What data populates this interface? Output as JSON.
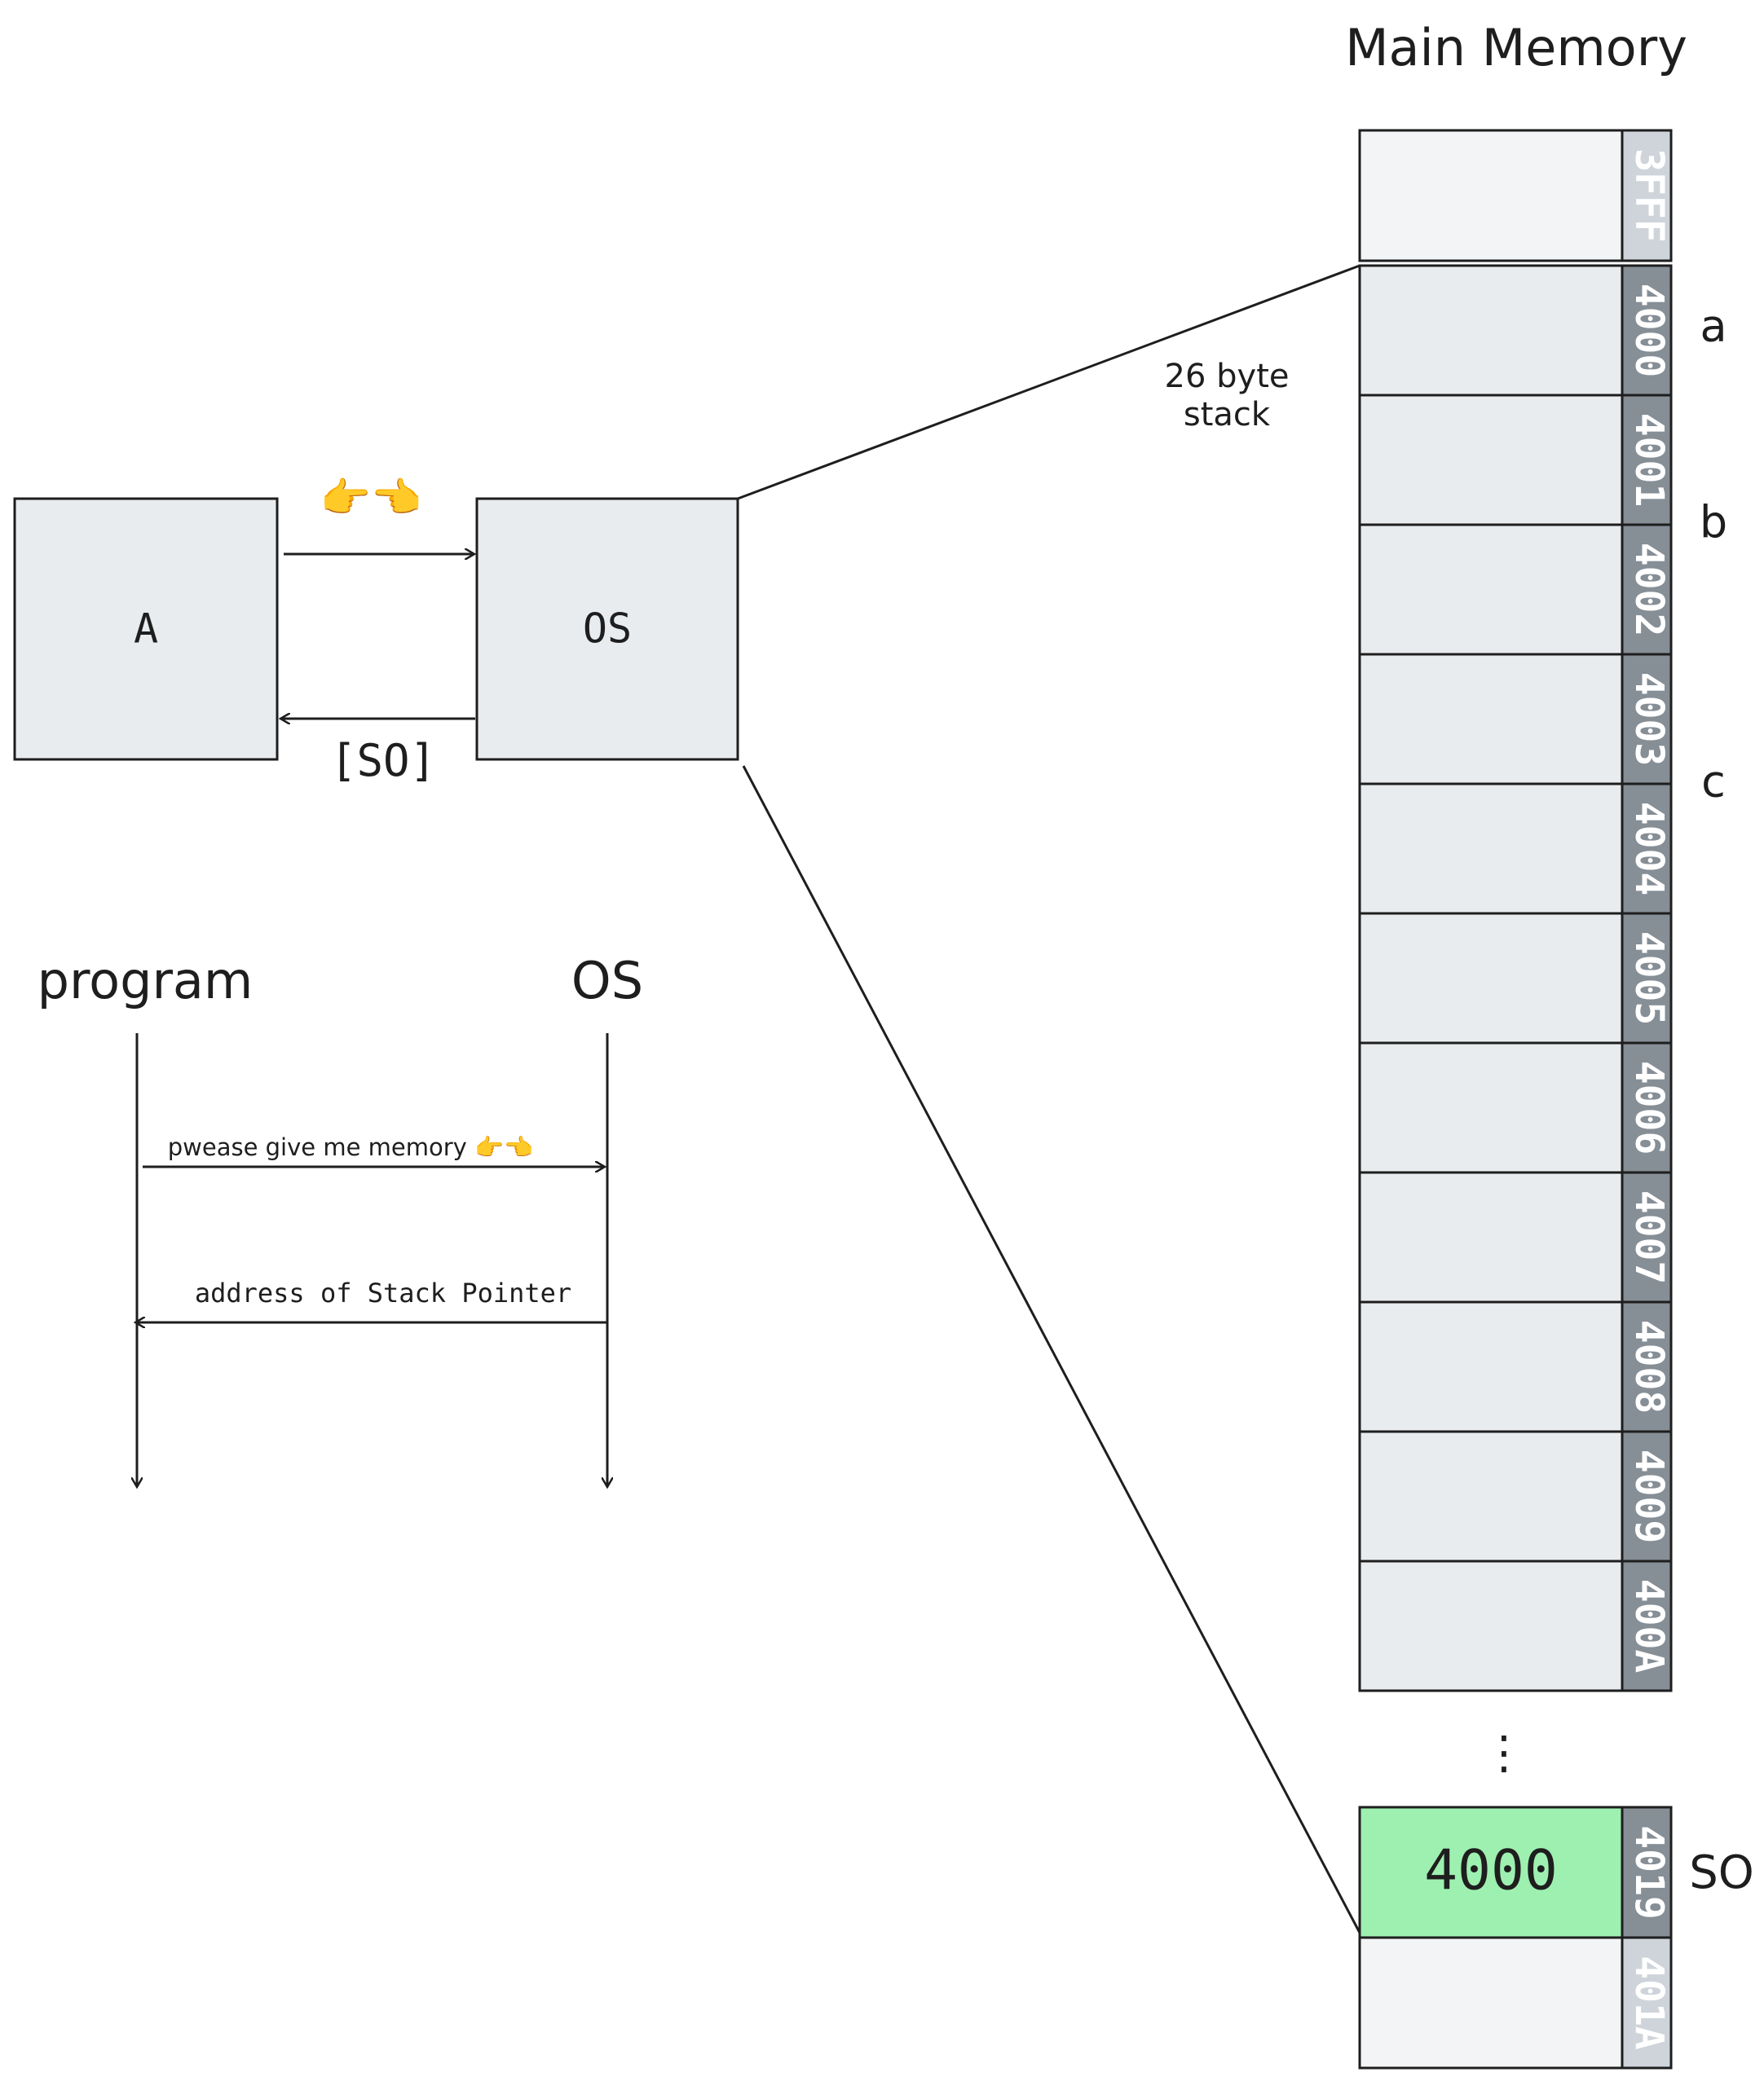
{
  "memory": {
    "title": "Main Memory",
    "top_cell": {
      "address": "3FFF"
    },
    "cells": [
      {
        "address": "4000",
        "label": "a"
      },
      {
        "address": "4001",
        "label": ""
      },
      {
        "address": "4002",
        "label": "b"
      },
      {
        "address": "4003",
        "label": ""
      },
      {
        "address": "4004",
        "label": "c"
      },
      {
        "address": "4005",
        "label": ""
      },
      {
        "address": "4006",
        "label": ""
      },
      {
        "address": "4007",
        "label": ""
      },
      {
        "address": "4008",
        "label": ""
      },
      {
        "address": "4009",
        "label": ""
      },
      {
        "address": "400A",
        "label": ""
      }
    ],
    "ellipsis": "⋮",
    "pointer_cell": {
      "address": "4019",
      "value": "4000",
      "label": "SO"
    },
    "bottom_cell": {
      "address": "401A"
    },
    "stack_note_line1": "26 byte",
    "stack_note_line2": "stack"
  },
  "blocks": {
    "a_label": "A",
    "os_label": "OS",
    "request_emoji": "👉👈",
    "return_label": "[SO]"
  },
  "sequence": {
    "left_actor": "program",
    "right_actor": "OS",
    "request_message": "pwease give me memory 👉👈",
    "response_message": "address of Stack Pointer"
  },
  "colors": {
    "box_fill": "#e9ecef",
    "faded_fill": "#f3f4f6",
    "address_strip": "#868e96",
    "faded_strip": "#ced4da",
    "pointer_fill": "#9ef0b0",
    "stroke": "#1e1e1e"
  }
}
